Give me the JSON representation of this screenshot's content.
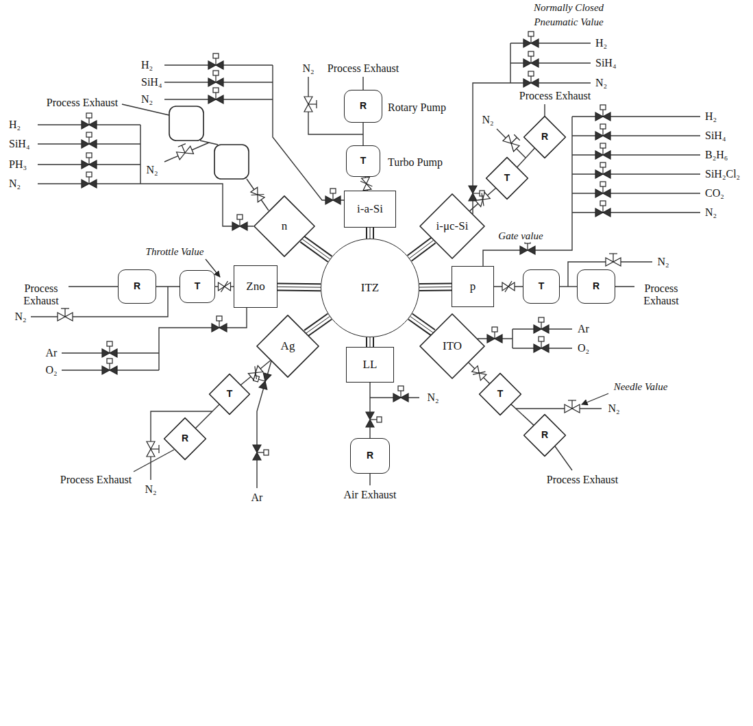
{
  "diagram": {
    "nodes": [
      {
        "text": [
          "ITZ"
        ]
      },
      {
        "text": [
          "i-a-Si"
        ]
      },
      {
        "text": [
          "T"
        ]
      },
      {
        "text": [
          "R"
        ]
      },
      {
        "text": [
          "i-μc-Si"
        ]
      },
      {
        "text": [
          "T"
        ]
      },
      {
        "text": [
          "R"
        ]
      },
      {
        "text": [
          "p"
        ]
      },
      {
        "text": [
          "T"
        ]
      },
      {
        "text": [
          "R"
        ]
      },
      {
        "text": [
          "ITO"
        ]
      },
      {
        "text": [
          "T"
        ]
      },
      {
        "text": [
          "R"
        ]
      },
      {
        "text": [
          "LL"
        ]
      },
      {
        "text": [
          "R"
        ]
      },
      {
        "text": [
          "Ag"
        ]
      },
      {
        "text": [
          "T"
        ]
      },
      {
        "text": [
          "R"
        ]
      },
      {
        "text": [
          "Zno"
        ]
      },
      {
        "text": [
          "T"
        ]
      },
      {
        "text": [
          "R"
        ]
      },
      {
        "text": [
          "n"
        ]
      }
    ],
    "edges": [
      {
        "from": 1,
        "to": 0,
        "arrow": "none"
      },
      {
        "from": 4,
        "to": 0,
        "arrow": "none"
      },
      {
        "from": 7,
        "to": 0,
        "arrow": "none"
      },
      {
        "from": 10,
        "to": 0,
        "arrow": "none"
      },
      {
        "from": 13,
        "to": 0,
        "arrow": "none"
      },
      {
        "from": 15,
        "to": 0,
        "arrow": "none"
      },
      {
        "from": 18,
        "to": 0,
        "arrow": "none"
      },
      {
        "from": 21,
        "to": 0,
        "arrow": "none"
      },
      {
        "from": 1,
        "to": 2,
        "arrow": "none"
      },
      {
        "from": 2,
        "to": 3,
        "arrow": "none"
      },
      {
        "from": 4,
        "to": 5,
        "arrow": "none"
      },
      {
        "from": 5,
        "to": 6,
        "arrow": "none"
      },
      {
        "from": 7,
        "to": 8,
        "arrow": "none"
      },
      {
        "from": 8,
        "to": 9,
        "arrow": "none"
      },
      {
        "from": 10,
        "to": 11,
        "arrow": "none"
      },
      {
        "from": 11,
        "to": 12,
        "arrow": "none"
      },
      {
        "from": 13,
        "to": 14,
        "arrow": "none"
      },
      {
        "from": 15,
        "to": 16,
        "arrow": "none"
      },
      {
        "from": 16,
        "to": 17,
        "arrow": "none"
      },
      {
        "from": 18,
        "to": 19,
        "arrow": "none"
      },
      {
        "from": 19,
        "to": 20,
        "arrow": "none"
      }
    ],
    "labels": [
      "Normally Closed",
      "Pneumatic Value",
      "Process Exhaust",
      "Rotary Pump",
      "Turbo Pump",
      "N₂",
      "H₂",
      "SiH₄",
      "N₂",
      "H₂",
      "SiH₄",
      "N₂",
      "N₂",
      "Process Exhaust",
      "H₂",
      "SiH₄",
      "B₂H₆",
      "SiH₂Cl₂",
      "CO₂",
      "N₂",
      "Gate value",
      "Throttle Value",
      "Process Exhaust",
      "N₂",
      "Ar",
      "O₂",
      "Process Exhaust",
      "N₂",
      "Ar",
      "O₂",
      "Needle Value",
      "N₂",
      "Process Exhaust",
      "Process Exhaust",
      "N₂",
      "Ar",
      "N₂",
      "Air Exhaust",
      "Process Exhaust",
      "N₂",
      "H₂",
      "SiH₄",
      "PH₃",
      "N₂"
    ]
  }
}
